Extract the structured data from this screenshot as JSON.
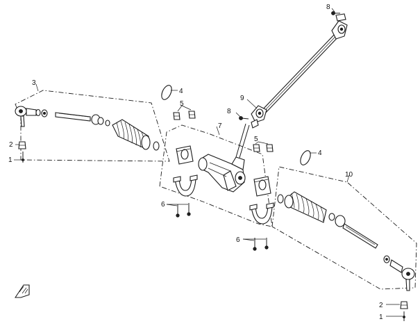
{
  "callouts": {
    "c8_top": "8",
    "c3": "3",
    "c4_left": "4",
    "c9": "9",
    "c5_left": "5",
    "c8_mid": "8",
    "c7": "7",
    "c2_left": "2",
    "c1_left": "1",
    "c5_right": "5",
    "c4_right": "4",
    "c10": "10",
    "c6_left": "6",
    "c6_right": "6",
    "c2_right": "2",
    "c1_right": "1"
  }
}
